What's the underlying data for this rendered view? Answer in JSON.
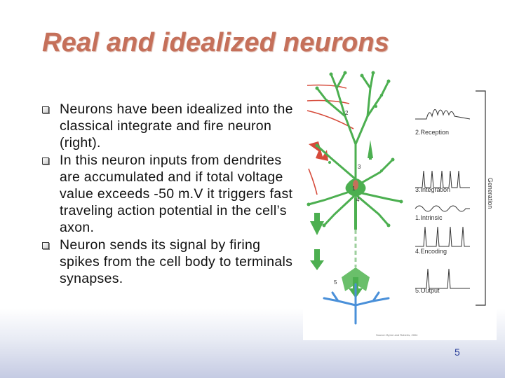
{
  "slide": {
    "title": "Real and idealized neurons",
    "bullets": [
      "Neurons have been idealized into the classical integrate and fire neuron (right).",
      "In this neuron inputs from dendrites are accumulated and if total voltage value exceeds   -50 m.V it triggers fast traveling action potential in the cell’s axon.",
      "Neuron sends its signal by firing spikes from the cell body to terminals synapses."
    ],
    "page_number": "5"
  },
  "figure": {
    "stage_labels": [
      "2.Reception",
      "3.Integration",
      "1.Intrinsic",
      "4.Encoding",
      "5.Output"
    ],
    "side_label": "Generation",
    "region_numbers": [
      "2",
      "3",
      "1",
      "4",
      "5"
    ],
    "credit": "Source: Byrne and Roberts, 2004"
  },
  "colors": {
    "title": "#c5705a",
    "neuron": "#4caf50",
    "axon_terminal": "#4a90d9",
    "input_arrows": "#d64a3a",
    "page_number": "#2a3f9a"
  }
}
